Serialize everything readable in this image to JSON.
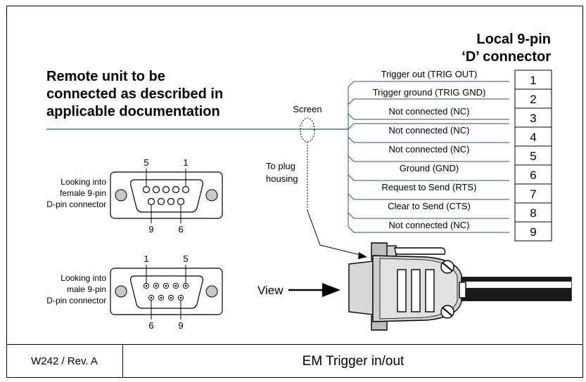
{
  "header": {
    "local_line1": "Local 9-pin",
    "local_line2": "‘D’ connector",
    "remote_line1": "Remote unit to be",
    "remote_line2": "connected as described in",
    "remote_line3": "applicable documentation"
  },
  "screen_label": "Screen",
  "plug_label_line1": "To plug",
  "plug_label_line2": "housing",
  "view_label": "View",
  "pins": [
    {
      "number": "1",
      "signal": "Trigger out (TRIG OUT)"
    },
    {
      "number": "2",
      "signal": "Trigger ground (TRIG GND)"
    },
    {
      "number": "3",
      "signal": "Not connected (NC)"
    },
    {
      "number": "4",
      "signal": "Not connected (NC)"
    },
    {
      "number": "5",
      "signal": "Not connected (NC)"
    },
    {
      "number": "6",
      "signal": "Ground (GND)"
    },
    {
      "number": "7",
      "signal": "Request to Send (RTS)"
    },
    {
      "number": "8",
      "signal": "Clear to Send (CTS)"
    },
    {
      "number": "9",
      "signal": "Not connected (NC)"
    }
  ],
  "female_connector": {
    "label_line1": "Looking into",
    "label_line2": "female 9-pin",
    "label_line3": "D-pin connector",
    "top_left": "5",
    "top_right": "1",
    "bottom_left": "9",
    "bottom_right": "6"
  },
  "male_connector": {
    "label_line1": "Looking into",
    "label_line2": "male 9-pin",
    "label_line3": "D-pin connector",
    "top_left": "1",
    "top_right": "5",
    "bottom_left": "6",
    "bottom_right": "9"
  },
  "footer": {
    "doc_id": "W242 / Rev. A",
    "title": "EM Trigger in/out"
  },
  "colors": {
    "wire": "#2b4f8f",
    "line": "#000000",
    "fill_grey": "#c8c8c8"
  }
}
